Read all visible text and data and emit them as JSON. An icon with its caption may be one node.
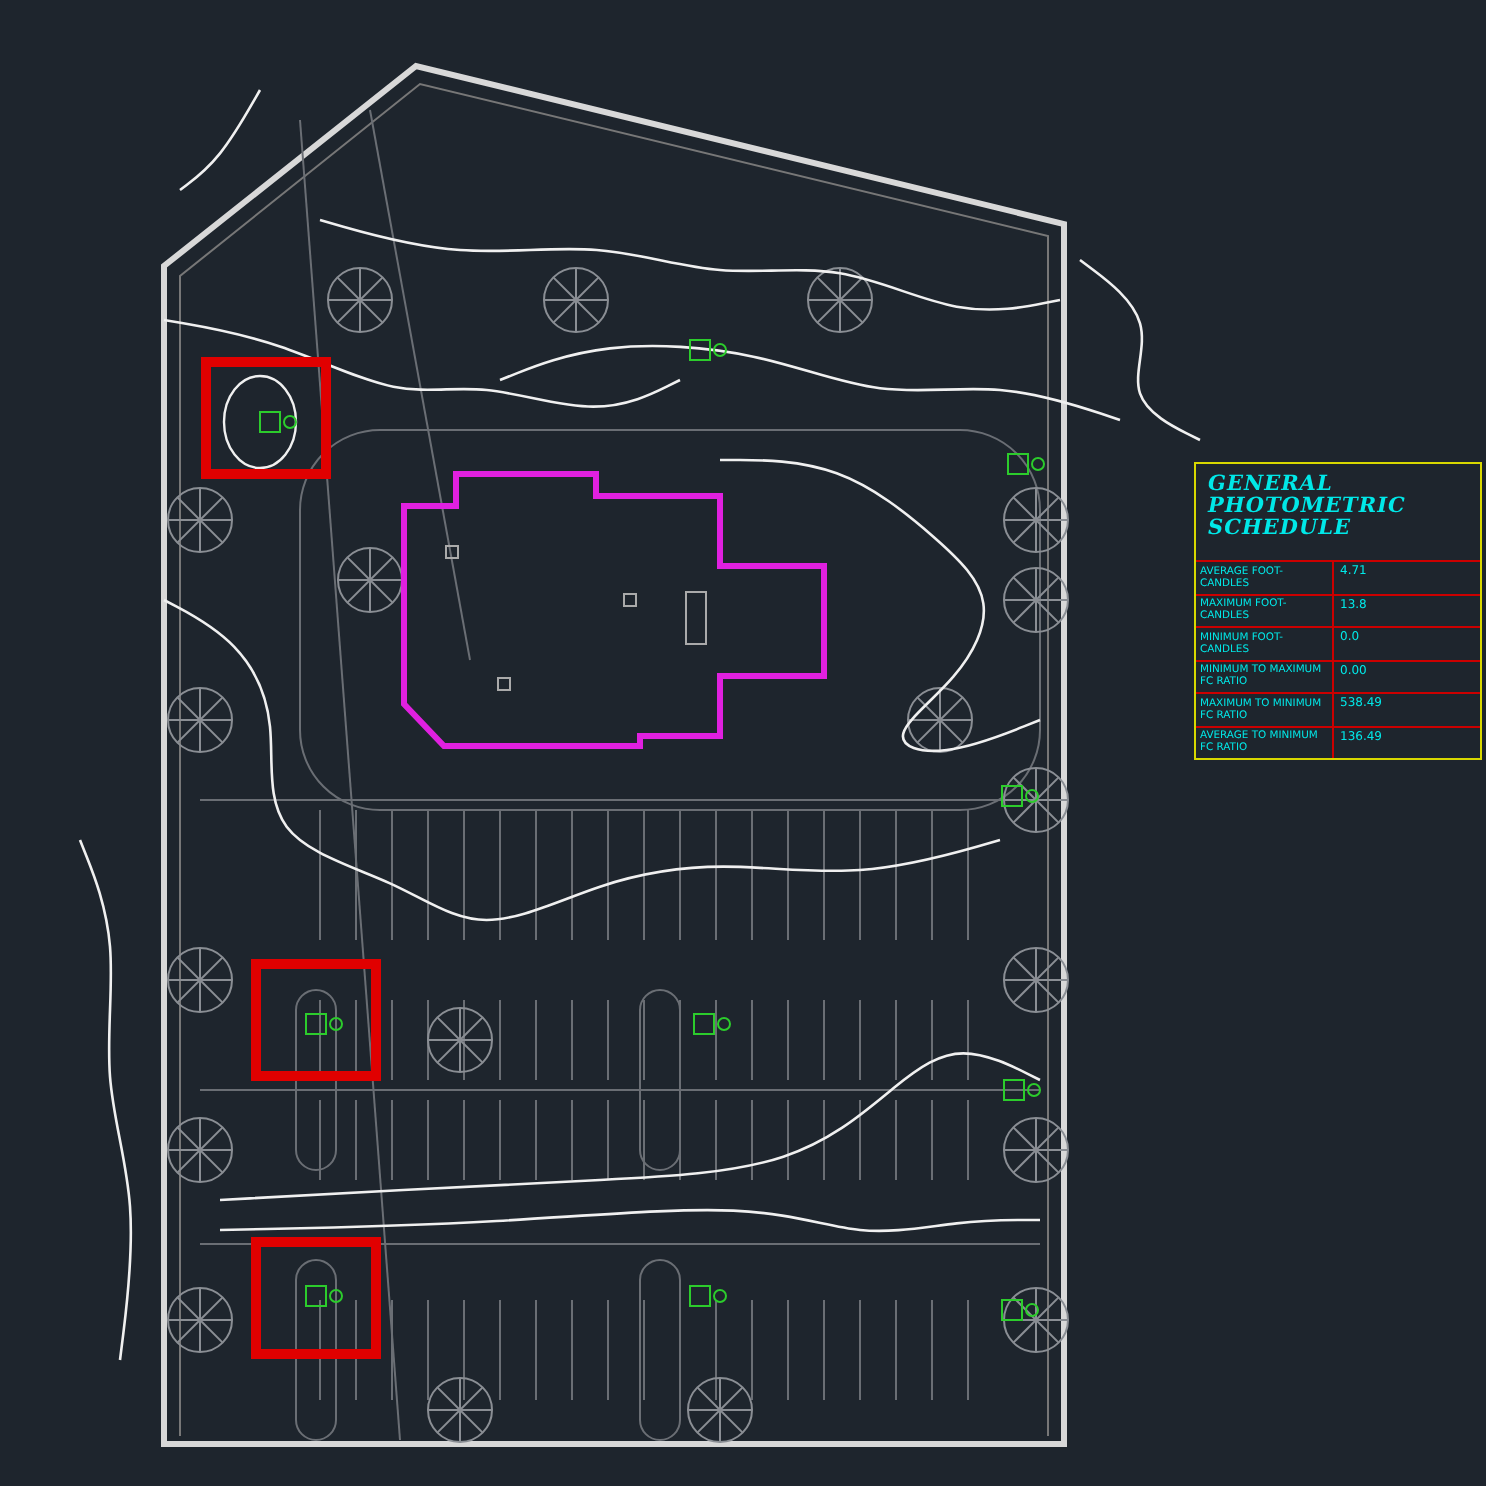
{
  "diagram": {
    "title": "GENERAL PHOTOMETRIC SCHEDULE",
    "labels": [
      "AVERAGE FOOT-CANDLES",
      "4.71",
      "MAXIMUM FOOT-CANDLES",
      "13.8",
      "MINIMUM FOOT-CANDLES",
      "0.0",
      "MINIMUM TO MAXIMUM FC RATIO",
      "0.00",
      "MAXIMUM TO MINIMUM FC RATIO",
      "538.49",
      "AVERAGE TO MINIMUM FC RATIO",
      "136.49"
    ]
  }
}
